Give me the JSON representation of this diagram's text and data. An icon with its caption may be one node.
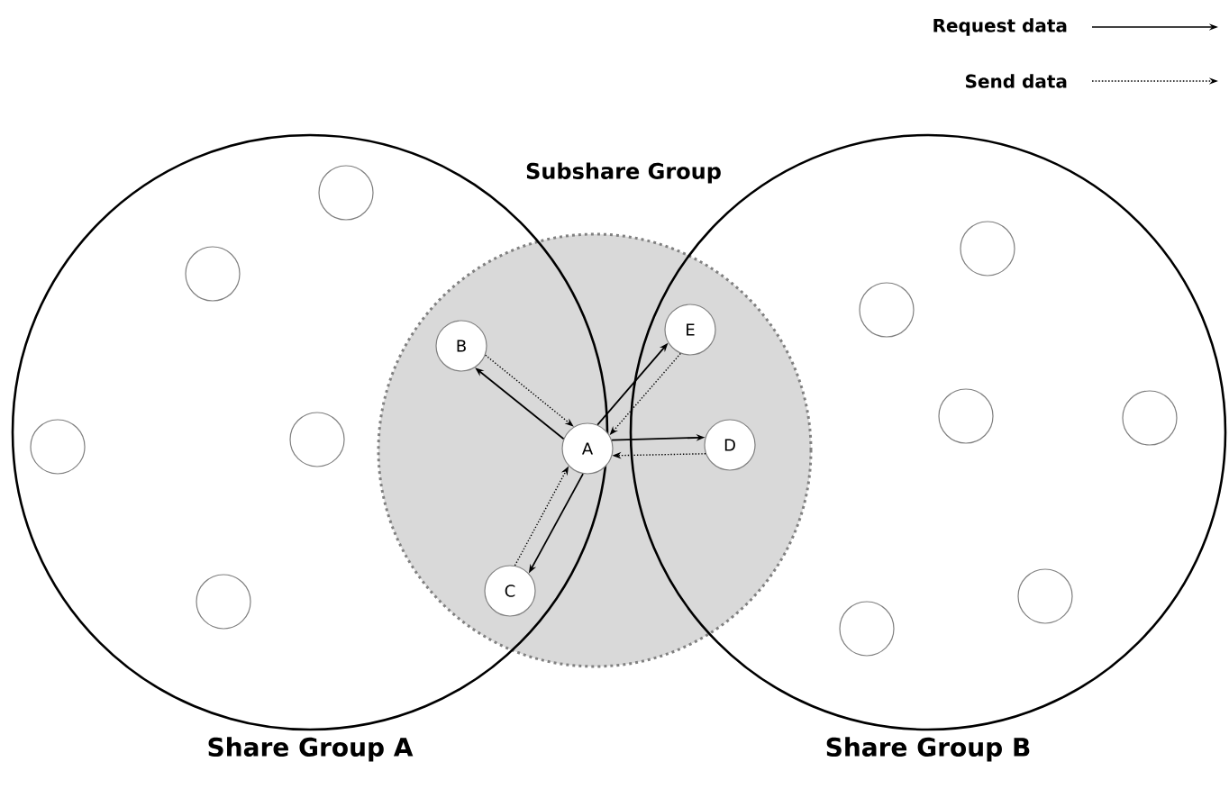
{
  "diagram": {
    "nodes": [
      {
        "text": [
          "Share Group A"
        ]
      },
      {
        "text": [
          "Share Group B"
        ]
      },
      {
        "text": [
          "Subshare Group"
        ]
      },
      {
        "text": [],
        "shape": "circle",
        "in": 0
      },
      {
        "text": [],
        "shape": "circle",
        "in": 0
      },
      {
        "text": [],
        "shape": "circle",
        "in": 0
      },
      {
        "text": [],
        "shape": "circle",
        "in": 0
      },
      {
        "text": [],
        "shape": "circle",
        "in": 0
      },
      {
        "text": [],
        "shape": "circle",
        "in": 1
      },
      {
        "text": [],
        "shape": "circle",
        "in": 1
      },
      {
        "text": [],
        "shape": "circle",
        "in": 1
      },
      {
        "text": [],
        "shape": "circle",
        "in": 1
      },
      {
        "text": [],
        "shape": "circle",
        "in": 1
      },
      {
        "text": [],
        "shape": "circle",
        "in": 1
      },
      {
        "text": [
          "A"
        ],
        "in": 2
      },
      {
        "text": [
          "B"
        ]
      },
      {
        "text": [
          "C"
        ]
      },
      {
        "text": [
          "D"
        ]
      },
      {
        "text": [
          "E"
        ]
      }
    ],
    "edges": [
      {
        "from": 14,
        "to": 15,
        "arrow": "to"
      },
      {
        "from": 15,
        "to": 14,
        "arrow": "to",
        "style": "dashed"
      },
      {
        "from": 14,
        "to": 18,
        "arrow": "to"
      },
      {
        "from": 18,
        "to": 14,
        "arrow": "to",
        "style": "dashed"
      },
      {
        "from": 14,
        "to": 17,
        "arrow": "to"
      },
      {
        "from": 17,
        "to": 14,
        "arrow": "to",
        "style": "dashed"
      },
      {
        "from": 14,
        "to": 16,
        "arrow": "to"
      },
      {
        "from": 16,
        "to": 14,
        "arrow": "to",
        "style": "dashed"
      }
    ],
    "legend": [
      {
        "text": "Request data"
      },
      {
        "text": "Send data"
      }
    ]
  }
}
